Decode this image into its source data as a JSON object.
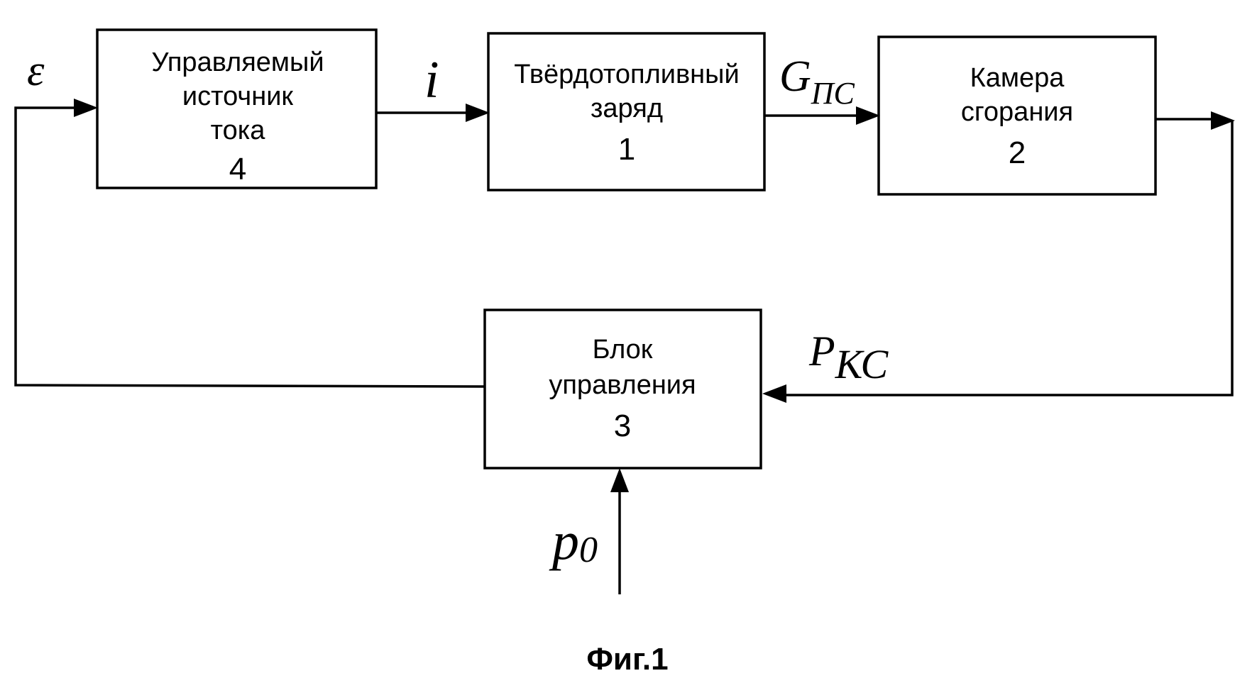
{
  "blocks": {
    "source": {
      "line1": "Управляемый",
      "line2": "источник",
      "line3": "тока",
      "number": "4"
    },
    "charge": {
      "line1": "Твёрдотопливный",
      "line2": "заряд",
      "number": "1"
    },
    "chamber": {
      "line1": "Камера",
      "line2": "сгорания",
      "number": "2"
    },
    "control": {
      "line1": "Блок",
      "line2": "управления",
      "number": "3"
    }
  },
  "signals": {
    "epsilon": "ε",
    "current": "i",
    "flow": {
      "main": "G",
      "sub": "ПС"
    },
    "pressure": {
      "main": "P",
      "sub": "КС"
    },
    "setpoint": {
      "main": "p",
      "sub": "0"
    }
  },
  "caption": "Фиг.1"
}
